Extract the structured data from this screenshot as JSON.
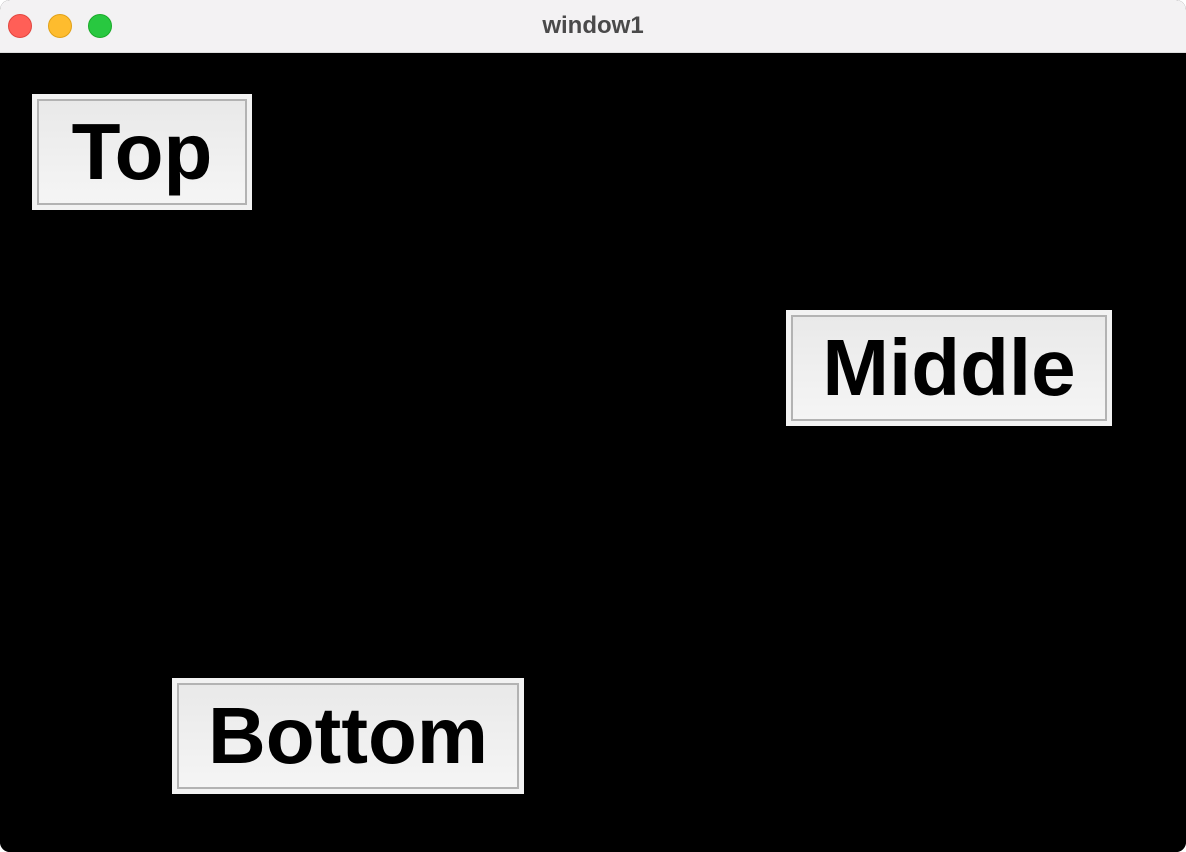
{
  "window": {
    "title": "window1"
  },
  "buttons": {
    "top_label": "Top",
    "middle_label": "Middle",
    "bottom_label": "Bottom"
  },
  "colors": {
    "background": "#000000",
    "titlebar": "#f3f2f3",
    "close": "#ff5f57",
    "minimize": "#febc2e",
    "zoom": "#28c840"
  }
}
